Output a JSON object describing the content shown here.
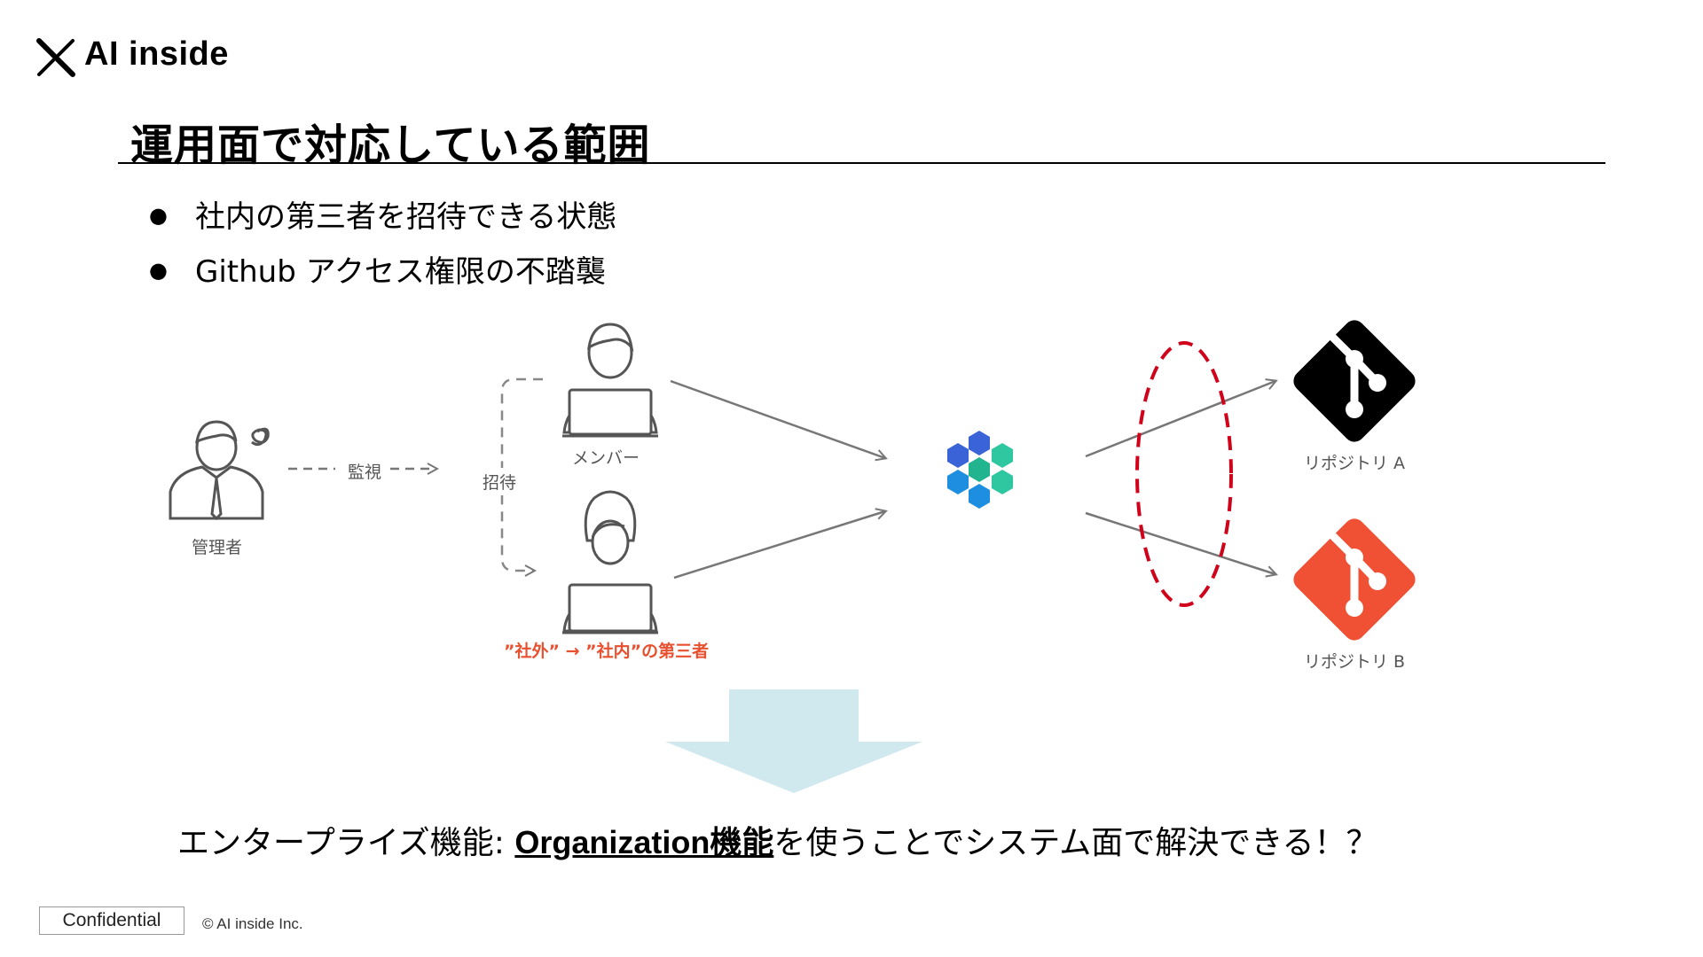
{
  "header": {
    "logo_text": "AI inside"
  },
  "slide": {
    "title": "運用面で対応している範囲",
    "bullets": [
      {
        "text": "社内の第三者を招待できる状態"
      },
      {
        "text": "Github アクセス権限の不踏襲"
      }
    ]
  },
  "diagram": {
    "admin_label": "管理者",
    "monitor_label": "監視",
    "invite_label": "招待",
    "member_label": "メンバー",
    "third_party_label": "”社外” → ”社内”の第三者",
    "repo_a_label": "リポジトリ A",
    "repo_b_label": "リポジトリ B",
    "colors": {
      "repo_a": "#000000",
      "repo_b": "#f05033",
      "highlight_ellipse": "#d0021b",
      "down_arrow": "#cfe9ee",
      "third_party_label": "#e8502f"
    }
  },
  "conclusion": {
    "prefix": "エンタープライズ機能: ",
    "link": "Organization機能",
    "suffix": "を使うことでシステム面で解決できる！？"
  },
  "footer": {
    "confidential": "Confidential",
    "copyright": "© AI inside Inc."
  }
}
